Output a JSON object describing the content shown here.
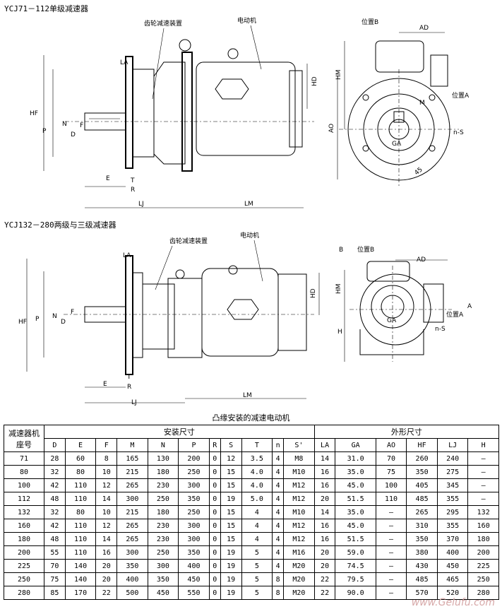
{
  "headings": {
    "single": "YCJ71－112单级减速器",
    "multi": "YCJ132－280两级与三级减速器"
  },
  "drawing1_labels": {
    "gear": "齿轮减速装置",
    "motor": "电动机",
    "pos_b": "位置B",
    "pos_a": "位置A",
    "AD": "AD",
    "HM": "HM",
    "HD": "HD",
    "AO": "AO",
    "HF": "HF",
    "P": "P",
    "N": "N",
    "D": "D",
    "F": "F",
    "LA": "LA",
    "E": "E",
    "T": "T",
    "R": "R",
    "LJ": "LJ",
    "LM": "LM",
    "GA": "GA",
    "nS": "n-S",
    "M": "M",
    "angle": "45"
  },
  "drawing2_labels": {
    "gear": "齿轮减速装置",
    "motor": "电动机",
    "pos_b": "位置B",
    "B": "B",
    "pos_a": "位置A",
    "A": "A",
    "AD": "AD",
    "HM": "HM",
    "HD": "HD",
    "H": "H",
    "HF": "HF",
    "P": "P",
    "N": "N",
    "D": "D",
    "F": "F",
    "LA": "LA",
    "E": "E",
    "T": "T",
    "R": "R",
    "LJ": "LJ",
    "LM": "LM",
    "GA": "GA",
    "nS": "n-S"
  },
  "table": {
    "title": "凸缘安装的减速电动机",
    "group_model_1": "减速器机",
    "group_model_2": "座号",
    "group_install": "安装尺寸",
    "group_outline": "外形尺寸",
    "columns": [
      "D",
      "E",
      "F",
      "M",
      "N",
      "P",
      "R",
      "S",
      "T",
      "n",
      "S'",
      "LA",
      "GA",
      "AO",
      "HF",
      "LJ",
      "H"
    ],
    "rows": [
      [
        "71",
        "28",
        "60",
        "8",
        "165",
        "130",
        "200",
        "0",
        "12",
        "3.5",
        "4",
        "M8",
        "14",
        "31.0",
        "70",
        "260",
        "240",
        "—"
      ],
      [
        "80",
        "32",
        "80",
        "10",
        "215",
        "180",
        "250",
        "0",
        "15",
        "4.0",
        "4",
        "M10",
        "16",
        "35.0",
        "75",
        "350",
        "275",
        "—"
      ],
      [
        "100",
        "42",
        "110",
        "12",
        "265",
        "230",
        "300",
        "0",
        "15",
        "4.0",
        "4",
        "M12",
        "16",
        "45.0",
        "100",
        "405",
        "345",
        "—"
      ],
      [
        "112",
        "48",
        "110",
        "14",
        "300",
        "250",
        "350",
        "0",
        "19",
        "5.0",
        "4",
        "M12",
        "20",
        "51.5",
        "110",
        "485",
        "355",
        "—"
      ],
      [
        "132",
        "32",
        "80",
        "10",
        "215",
        "180",
        "250",
        "0",
        "15",
        "4",
        "4",
        "M10",
        "14",
        "35.0",
        "—",
        "265",
        "295",
        "132"
      ],
      [
        "160",
        "42",
        "110",
        "12",
        "265",
        "230",
        "300",
        "0",
        "15",
        "4",
        "4",
        "M12",
        "16",
        "45.0",
        "—",
        "310",
        "355",
        "160"
      ],
      [
        "180",
        "48",
        "110",
        "14",
        "265",
        "230",
        "300",
        "0",
        "15",
        "4",
        "4",
        "M12",
        "16",
        "51.5",
        "—",
        "350",
        "370",
        "180"
      ],
      [
        "200",
        "55",
        "110",
        "16",
        "300",
        "250",
        "350",
        "0",
        "19",
        "5",
        "4",
        "M16",
        "20",
        "59.0",
        "—",
        "380",
        "400",
        "200"
      ],
      [
        "225",
        "70",
        "140",
        "20",
        "350",
        "300",
        "400",
        "0",
        "19",
        "5",
        "4",
        "M20",
        "20",
        "74.5",
        "—",
        "430",
        "450",
        "225"
      ],
      [
        "250",
        "75",
        "140",
        "20",
        "400",
        "350",
        "450",
        "0",
        "19",
        "5",
        "8",
        "M20",
        "22",
        "79.5",
        "—",
        "485",
        "465",
        "250"
      ],
      [
        "280",
        "85",
        "170",
        "22",
        "500",
        "450",
        "550",
        "0",
        "19",
        "5",
        "8",
        "M20",
        "22",
        "90.0",
        "—",
        "570",
        "520",
        "280"
      ]
    ]
  },
  "watermark": "www.Gelufu.com"
}
